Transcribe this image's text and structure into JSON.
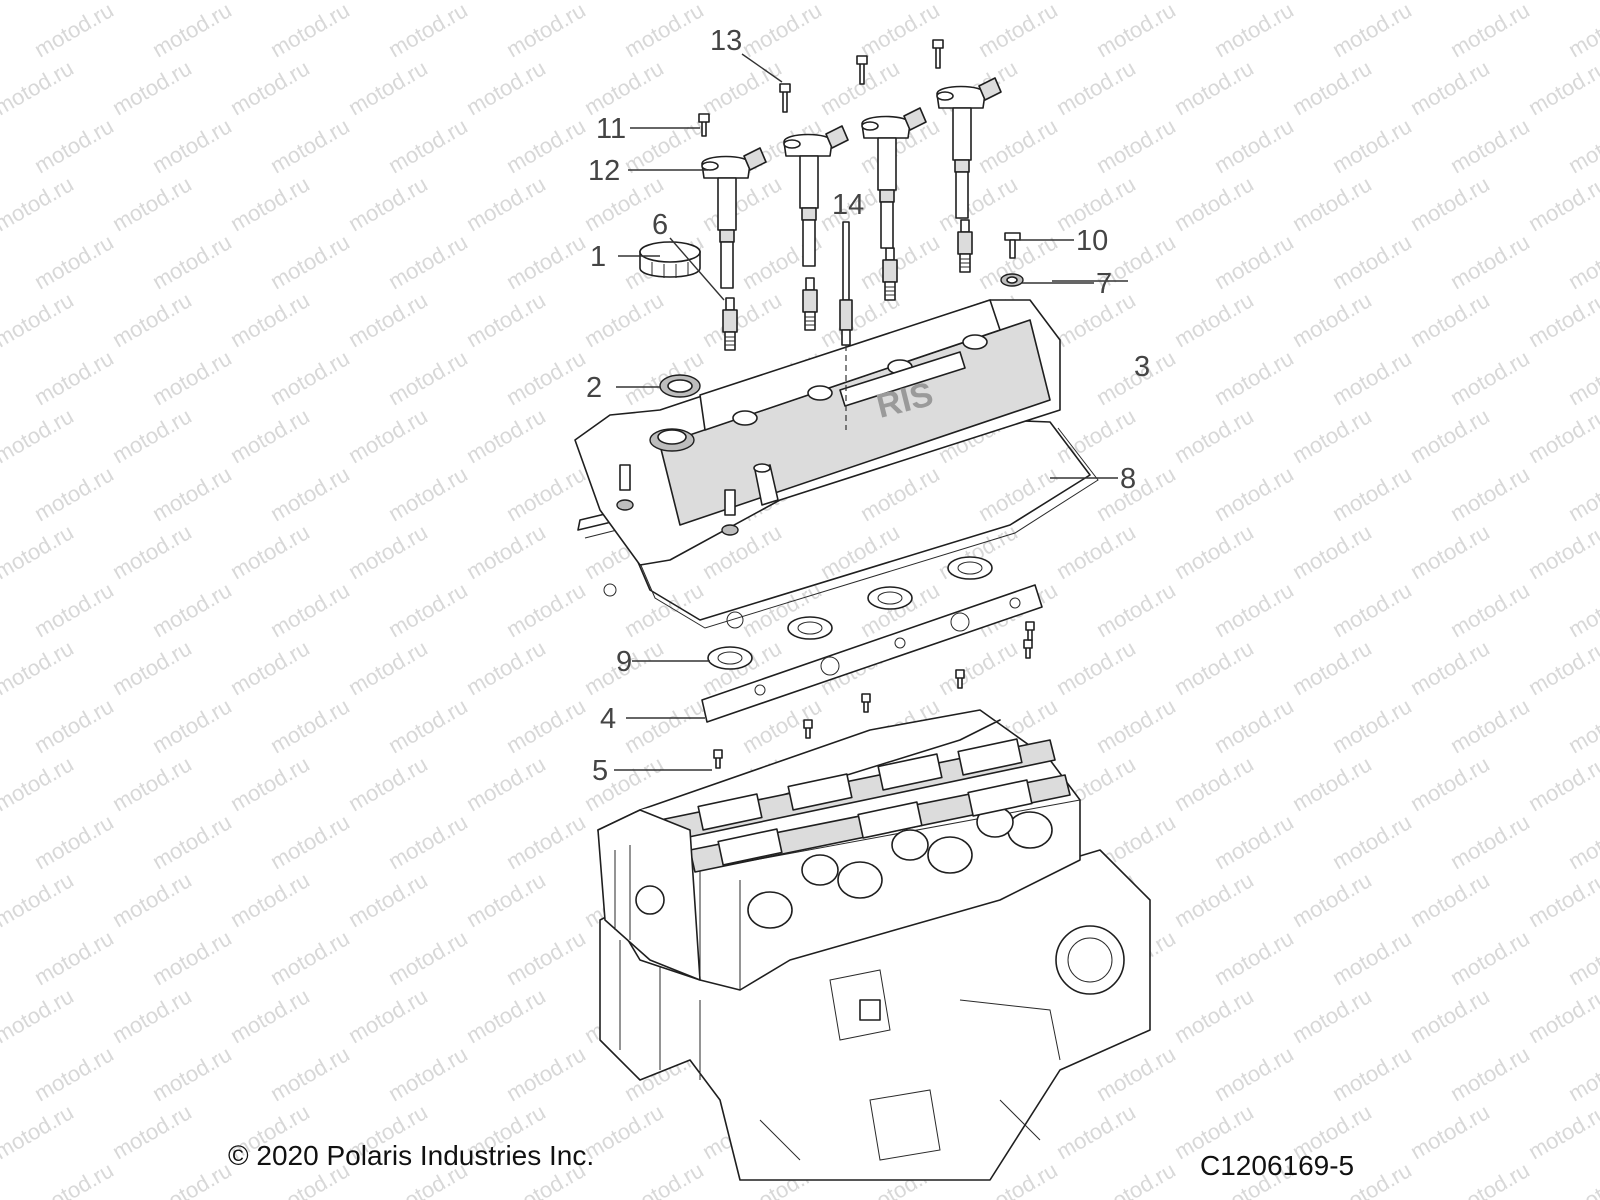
{
  "watermark": "motod.ru",
  "callouts": [
    {
      "id": "1",
      "label": "1"
    },
    {
      "id": "2",
      "label": "2"
    },
    {
      "id": "3",
      "label": "3"
    },
    {
      "id": "4",
      "label": "4"
    },
    {
      "id": "5",
      "label": "5"
    },
    {
      "id": "6",
      "label": "6"
    },
    {
      "id": "7",
      "label": "7"
    },
    {
      "id": "8",
      "label": "8"
    },
    {
      "id": "9",
      "label": "9"
    },
    {
      "id": "10",
      "label": "10"
    },
    {
      "id": "11",
      "label": "11"
    },
    {
      "id": "12",
      "label": "12"
    },
    {
      "id": "13",
      "label": "13"
    },
    {
      "id": "14",
      "label": "14"
    }
  ],
  "cover_logo": "RIS",
  "footer": {
    "copyright": "© 2020 Polaris Industries Inc.",
    "figure_id": "C1206169-5"
  }
}
